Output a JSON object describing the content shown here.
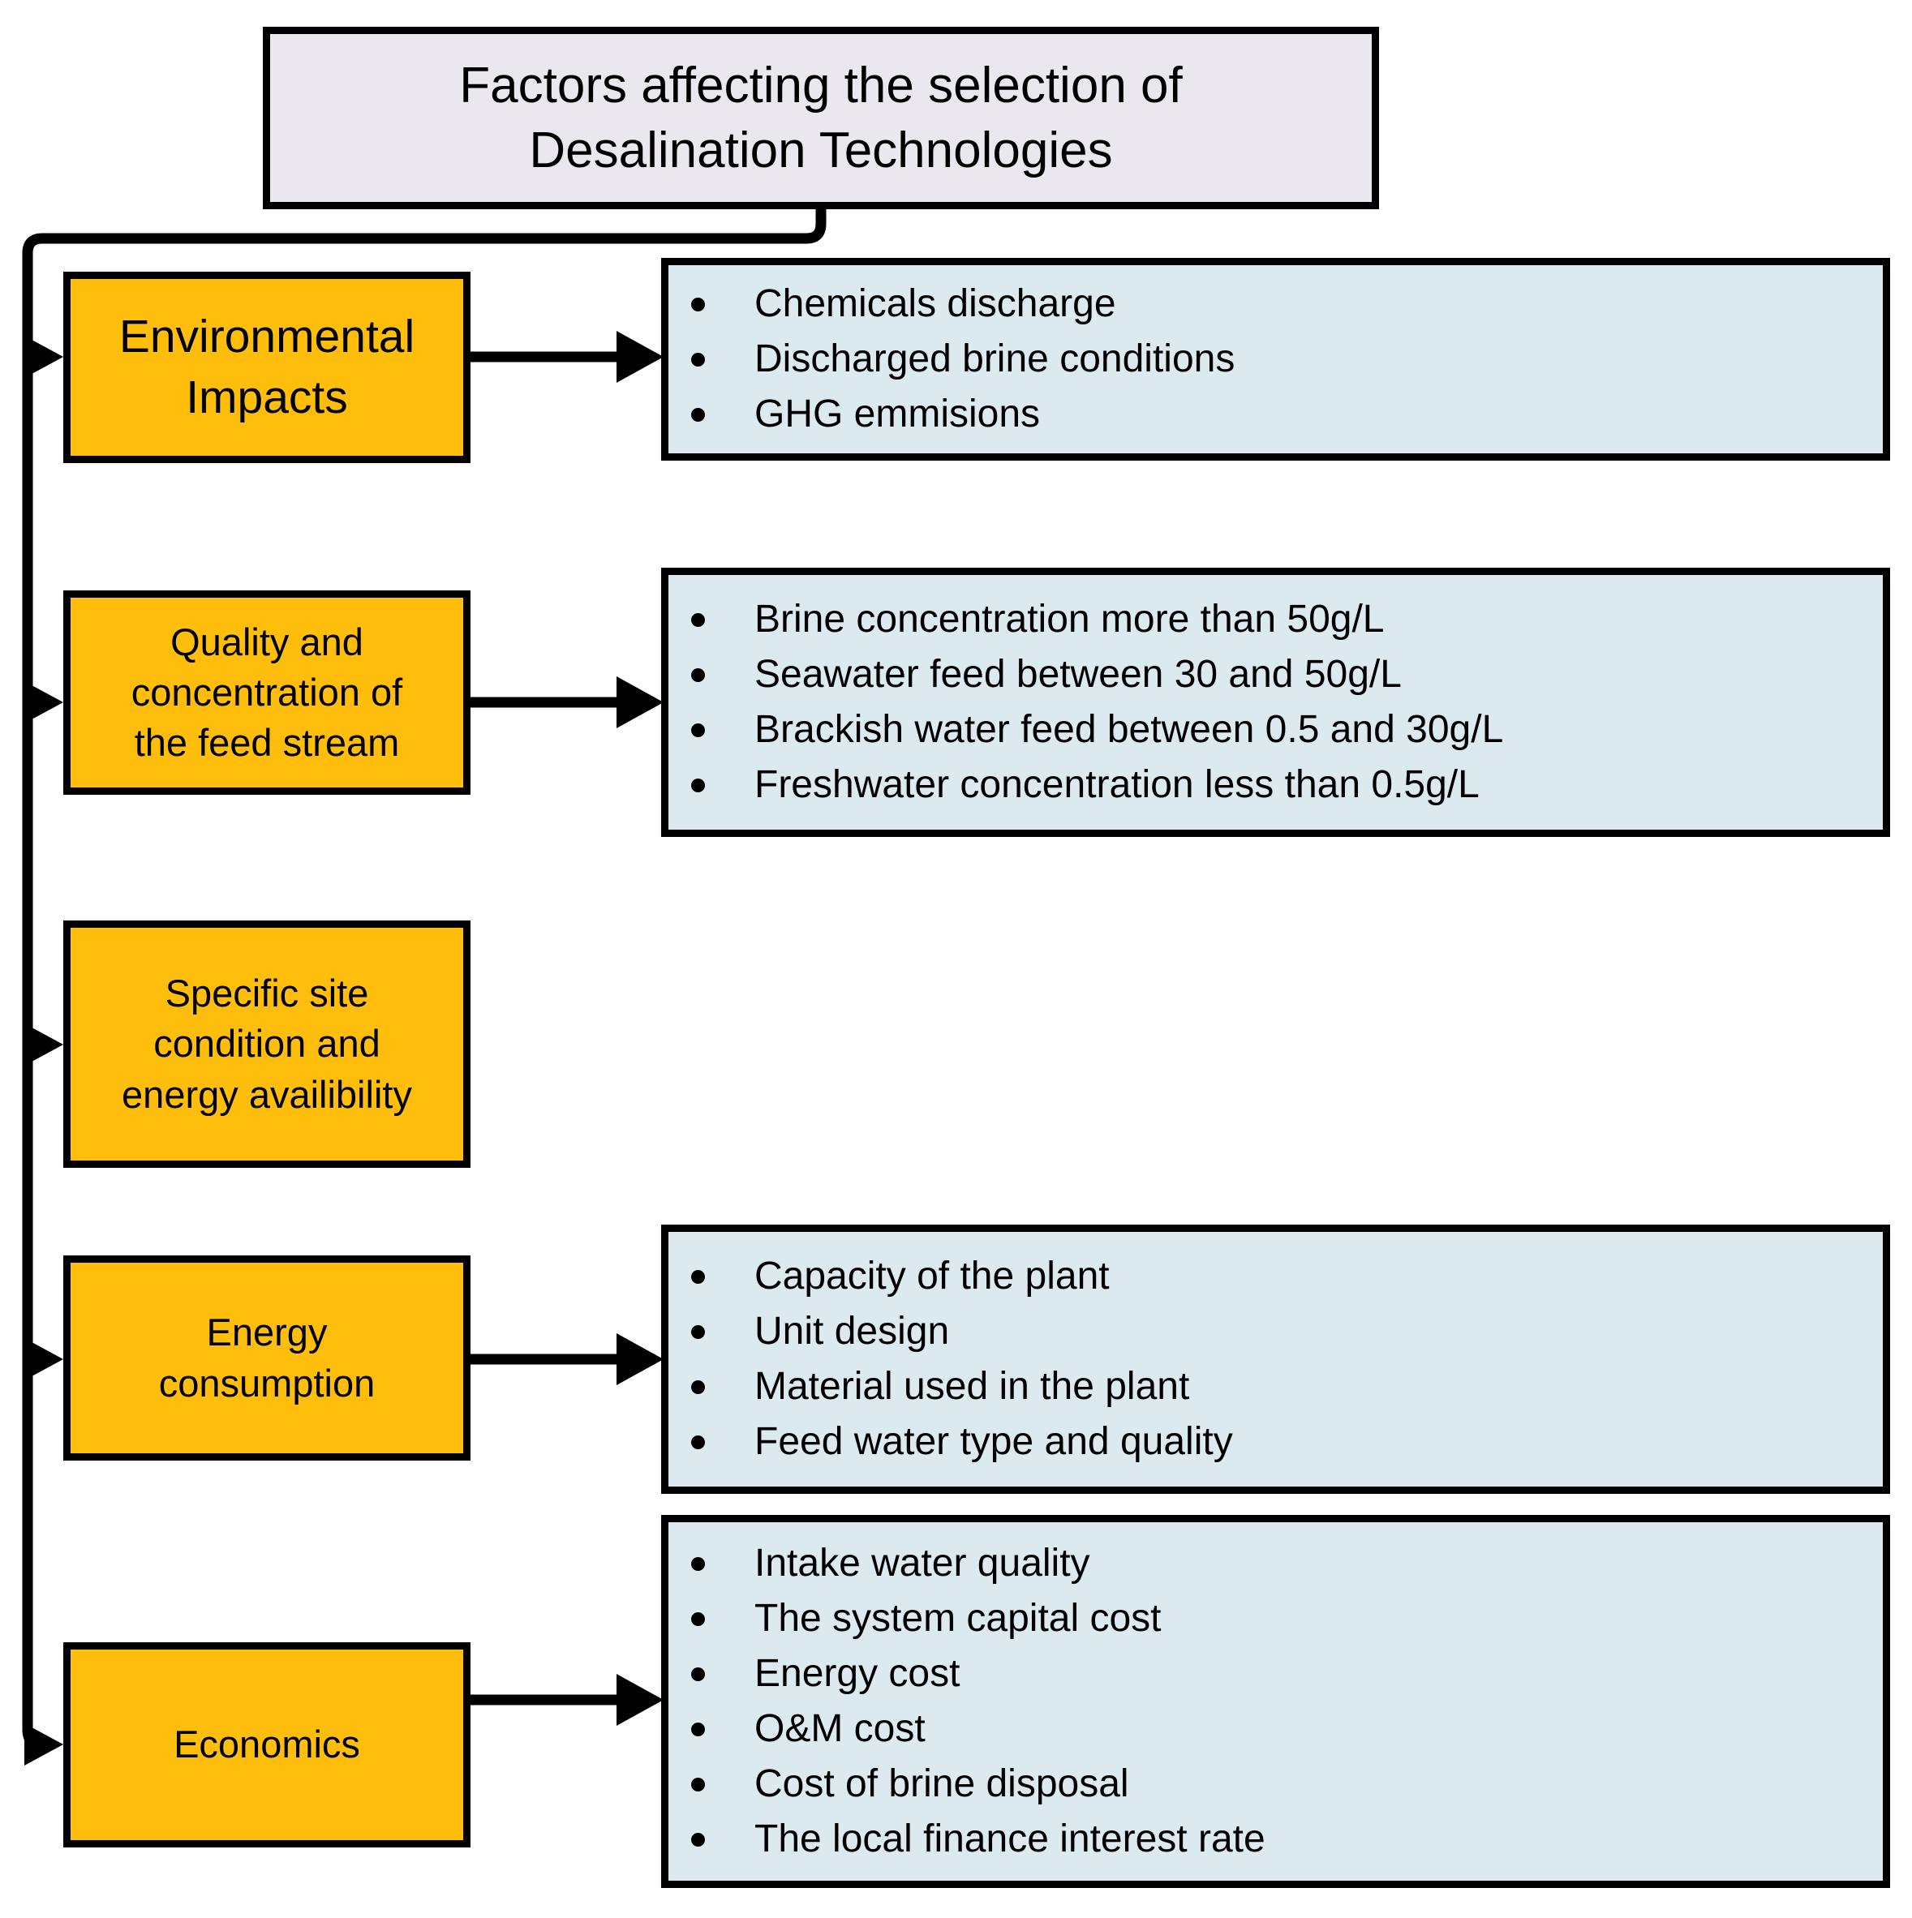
{
  "diagram": {
    "title": {
      "line1": "Factors affecting the selection of",
      "line2": "Desalination Technologies",
      "fill_color": "#ebe7ef",
      "border_color": "#000000"
    },
    "factor_color": "#ffbe0b",
    "detail_color": "#dceaf0",
    "branches": [
      {
        "factor": "Environmental\nImpacts",
        "factor_label_lines": [
          "Environmental",
          "Impacts"
        ],
        "details": [
          "Chemicals discharge",
          "Discharged brine conditions",
          "GHG emmisions"
        ]
      },
      {
        "factor": "Quality and concentration of the feed stream",
        "factor_label_lines": [
          "Quality and",
          "concentration of",
          "the feed stream"
        ],
        "details": [
          "Brine concentration more than 50g/L",
          "Seawater feed between 30 and 50g/L",
          "Brackish water feed between 0.5 and 30g/L",
          "Freshwater concentration less than 0.5g/L"
        ]
      },
      {
        "factor": "Specific site condition and energy availibility",
        "factor_label_lines": [
          "Specific site",
          "condition and",
          "energy availibility"
        ],
        "details": []
      },
      {
        "factor": "Energy consumption",
        "factor_label_lines": [
          "Energy",
          "consumption"
        ],
        "details": [
          "Capacity of the plant",
          "Unit design",
          "Material used in the plant",
          "Feed water type and quality"
        ]
      },
      {
        "factor": "Economics",
        "factor_label_lines": [
          "Economics"
        ],
        "details": [
          "Intake water quality",
          "The system capital cost",
          "Energy cost",
          "O&M cost",
          "Cost of brine disposal",
          "The local finance interest rate"
        ]
      }
    ]
  }
}
